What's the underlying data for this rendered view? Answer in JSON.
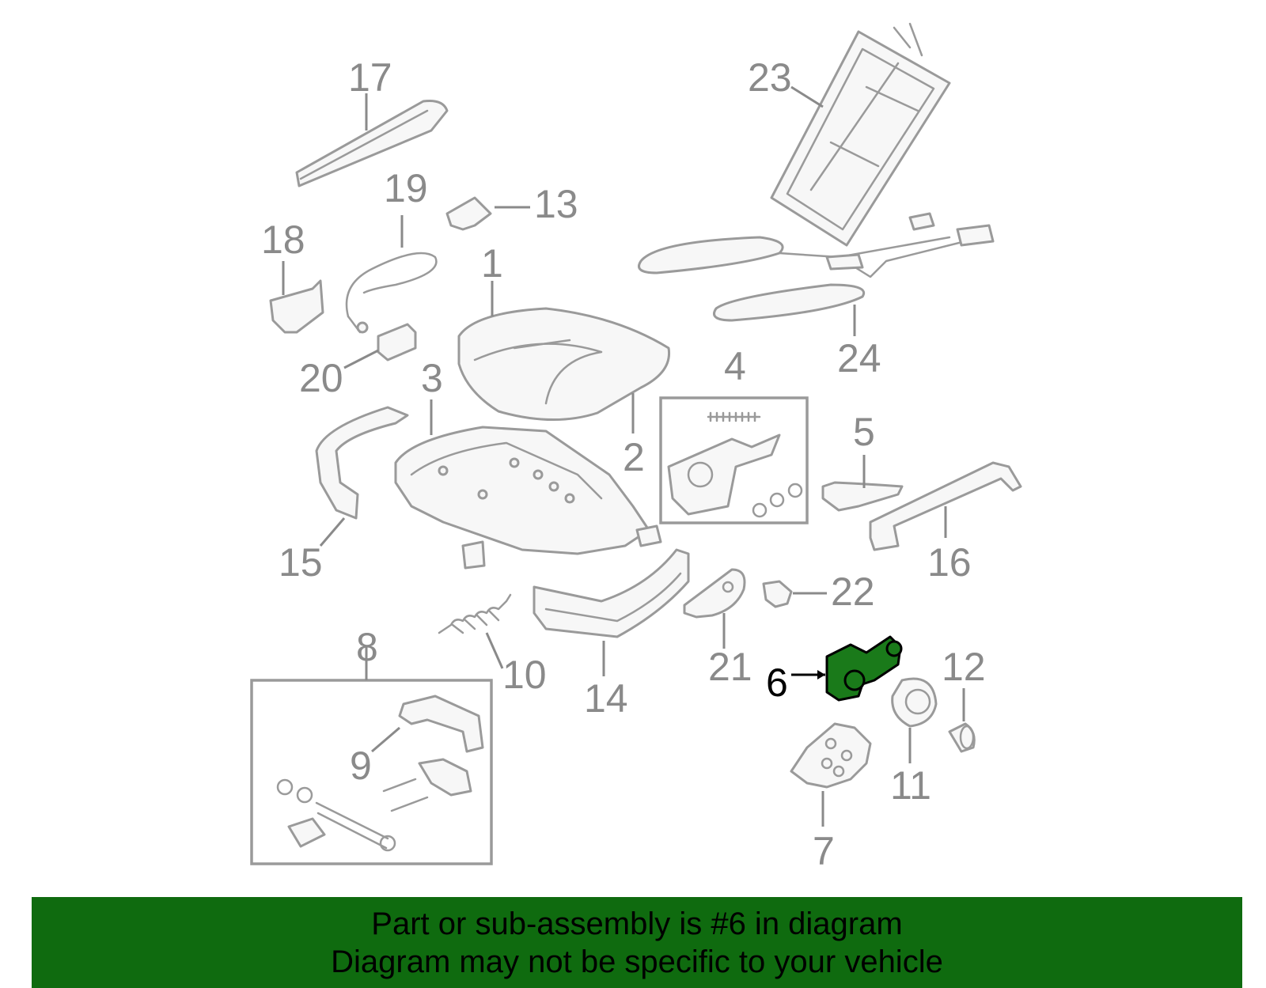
{
  "callouts": [
    "1",
    "2",
    "3",
    "4",
    "5",
    "6",
    "7",
    "8",
    "9",
    "10",
    "11",
    "12",
    "13",
    "14",
    "15",
    "16",
    "17",
    "18",
    "19",
    "20",
    "21",
    "22",
    "23",
    "24"
  ],
  "highlighted_part": "6",
  "colors": {
    "part_gray": "#9a9a9a",
    "highlight_fill": "#1a7a1a",
    "banner": "#0f6b0f"
  },
  "banner": {
    "line1": "Part or sub-assembly is #6 in diagram",
    "line2": "Diagram may not be specific to your vehicle"
  }
}
